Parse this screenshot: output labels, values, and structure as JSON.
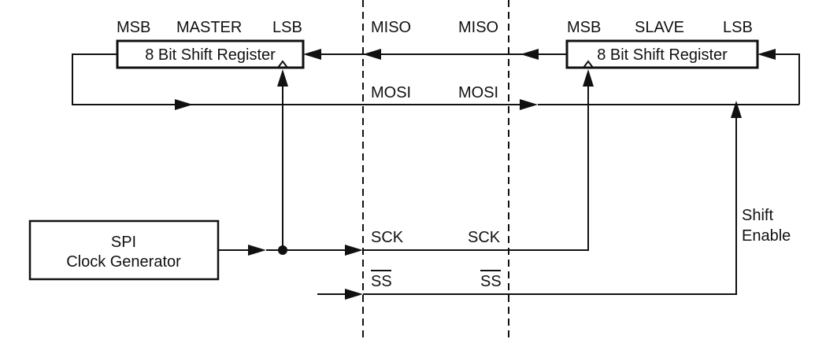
{
  "master": {
    "msb_label": "MSB",
    "title": "MASTER",
    "lsb_label": "LSB",
    "register_label": "8 Bit Shift Register"
  },
  "slave": {
    "msb_label": "MSB",
    "title": "SLAVE",
    "lsb_label": "LSB",
    "register_label": "8 Bit Shift Register"
  },
  "clock_generator": {
    "line1": "SPI",
    "line2": "Clock Generator"
  },
  "signals": {
    "miso_left": "MISO",
    "miso_right": "MISO",
    "mosi_left": "MOSI",
    "mosi_right": "MOSI",
    "sck_left": "SCK",
    "sck_right": "SCK",
    "ss_left": "SS",
    "ss_right": "SS"
  },
  "shift_enable": {
    "line1": "Shift",
    "line2": "Enable"
  }
}
